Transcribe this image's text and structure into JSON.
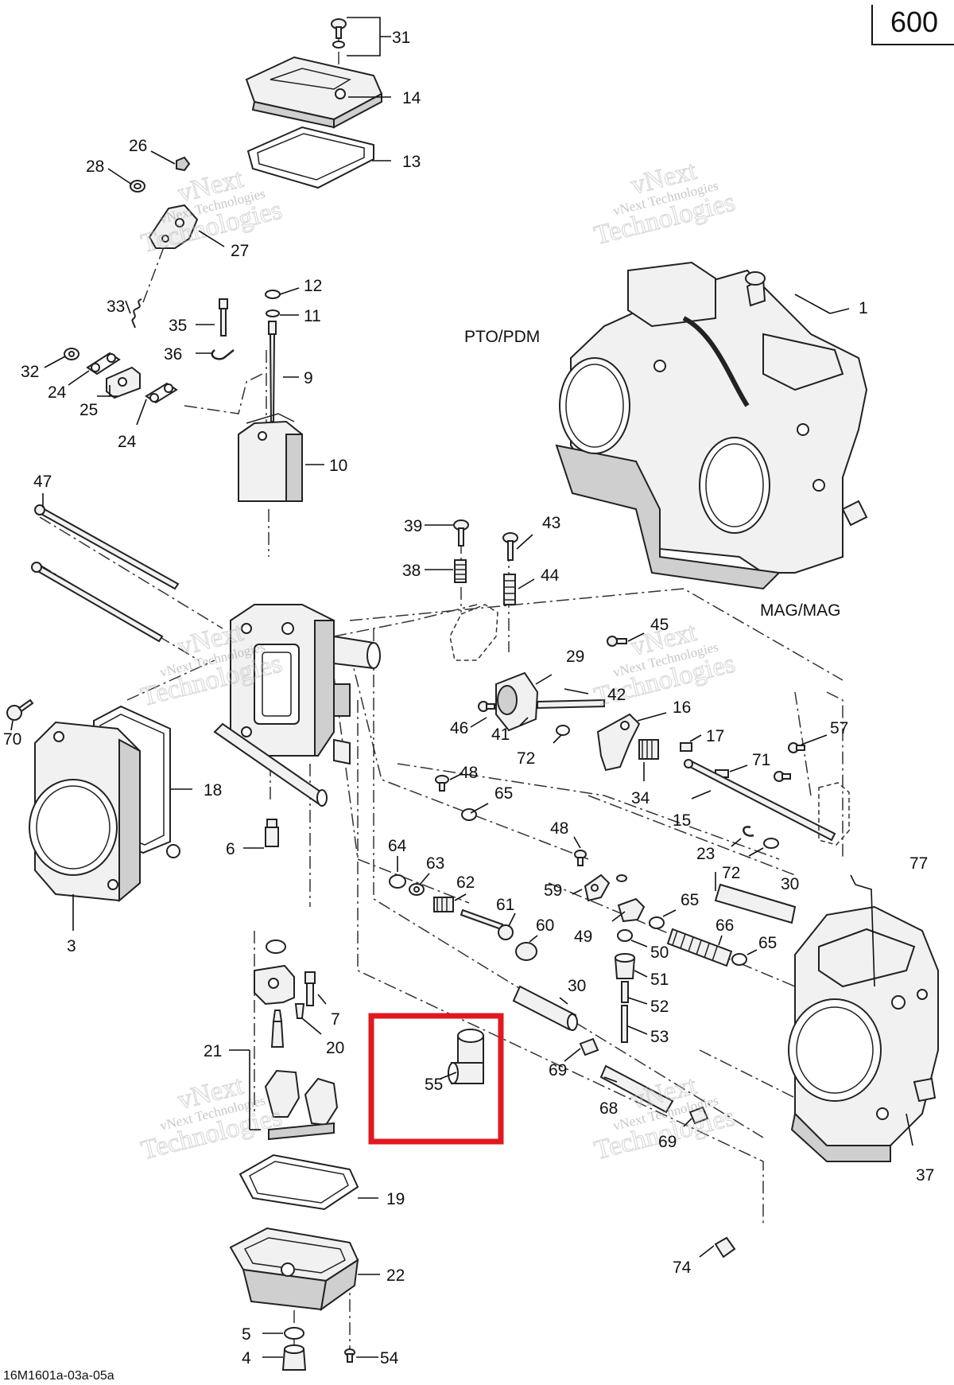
{
  "page_number": "600",
  "footer_reference": "16M1601a-03a-05a",
  "labels": {
    "pto": "PTO/PDM",
    "mag": "MAG/MAG"
  },
  "watermark": {
    "line1": "vNext",
    "line2": "vNext Technologies",
    "line3": "Technologies"
  },
  "highlight": {
    "part_number": "55",
    "color": "#e0191f"
  },
  "callouts": {
    "c1": "1",
    "c3": "3",
    "c4": "4",
    "c5": "5",
    "c6": "6",
    "c7": "7",
    "c9": "9",
    "c10": "10",
    "c11": "11",
    "c12": "12",
    "c13": "13",
    "c14": "14",
    "c15": "15",
    "c16": "16",
    "c17": "17",
    "c18": "18",
    "c19": "19",
    "c20": "20",
    "c21": "21",
    "c22": "22",
    "c23": "23",
    "c24a": "24",
    "c24b": "24",
    "c25": "25",
    "c26": "26",
    "c27": "27",
    "c28": "28",
    "c29": "29",
    "c30a": "30",
    "c30b": "30",
    "c31": "31",
    "c32": "32",
    "c33": "33",
    "c34": "34",
    "c35": "35",
    "c36": "36",
    "c37": "37",
    "c38": "38",
    "c39": "39",
    "c41": "41",
    "c42": "42",
    "c43": "43",
    "c44": "44",
    "c45": "45",
    "c46": "46",
    "c47": "47",
    "c48a": "48",
    "c48b": "48",
    "c49": "49",
    "c50": "50",
    "c51": "51",
    "c52": "52",
    "c53": "53",
    "c54": "54",
    "c55": "55",
    "c57": "57",
    "c59": "59",
    "c60": "60",
    "c61": "61",
    "c62": "62",
    "c63": "63",
    "c64": "64",
    "c65a": "65",
    "c65b": "65",
    "c65c": "65",
    "c66": "66",
    "c68": "68",
    "c69a": "69",
    "c69b": "69",
    "c70": "70",
    "c71": "71",
    "c72a": "72",
    "c72b": "72",
    "c74": "74",
    "c77": "77"
  }
}
